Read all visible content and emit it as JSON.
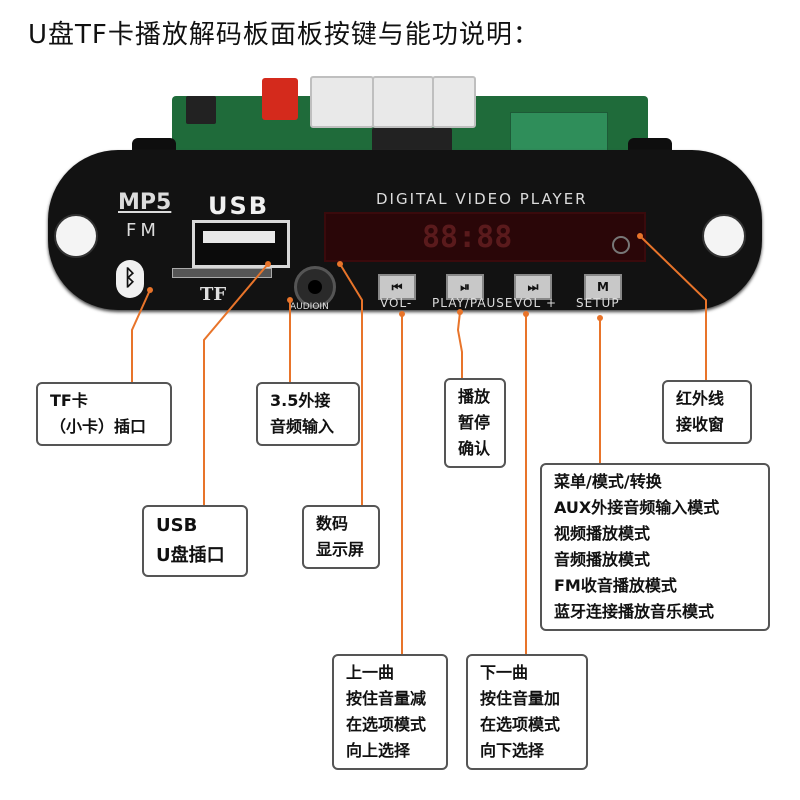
{
  "title": "U盘TF卡播放解码板面板按键与能功说明：",
  "colors": {
    "panel": "#121212",
    "pcb": "#1f6b3a",
    "callout_line": "#e8742a",
    "display": "#2a0608"
  },
  "panel": {
    "brand": "MP5",
    "sub_brand": "FM",
    "usb_label": "USB",
    "tf_label": "TF",
    "audio_label": "AUDIOIN",
    "display_title": "DIGITAL VIDEO PLAYER",
    "bluetooth_icon": "bluetooth-icon",
    "buttons": [
      {
        "icon": "prev-icon",
        "glyph": "⏮",
        "label": "VOL-"
      },
      {
        "icon": "play-pause-icon",
        "glyph": "⏯",
        "label": "PLAY/PAUSE"
      },
      {
        "icon": "next-icon",
        "glyph": "⏭",
        "label": "VOL +"
      },
      {
        "icon": "menu-icon",
        "glyph": "M",
        "label": "SETUP"
      }
    ]
  },
  "callouts": {
    "tf": [
      "TF卡",
      "（小卡）插口"
    ],
    "audio": [
      "3.5外接",
      "音频输入"
    ],
    "play": [
      "播放",
      "暂停",
      "确认"
    ],
    "ir": [
      "红外线",
      "接收窗"
    ],
    "usb": [
      "USB",
      "U盘插口"
    ],
    "display": [
      "数码",
      "显示屏"
    ],
    "setup": [
      "菜单/模式/转换",
      "AUX外接音频输入模式",
      "视频播放模式",
      "音频播放模式",
      "FM收音播放模式",
      "蓝牙连接播放音乐模式"
    ],
    "prev": [
      "上一曲",
      "按住音量减",
      "在选项模式",
      "向上选择"
    ],
    "next": [
      "下一曲",
      "按住音量加",
      "在选项模式",
      "向下选择"
    ]
  }
}
